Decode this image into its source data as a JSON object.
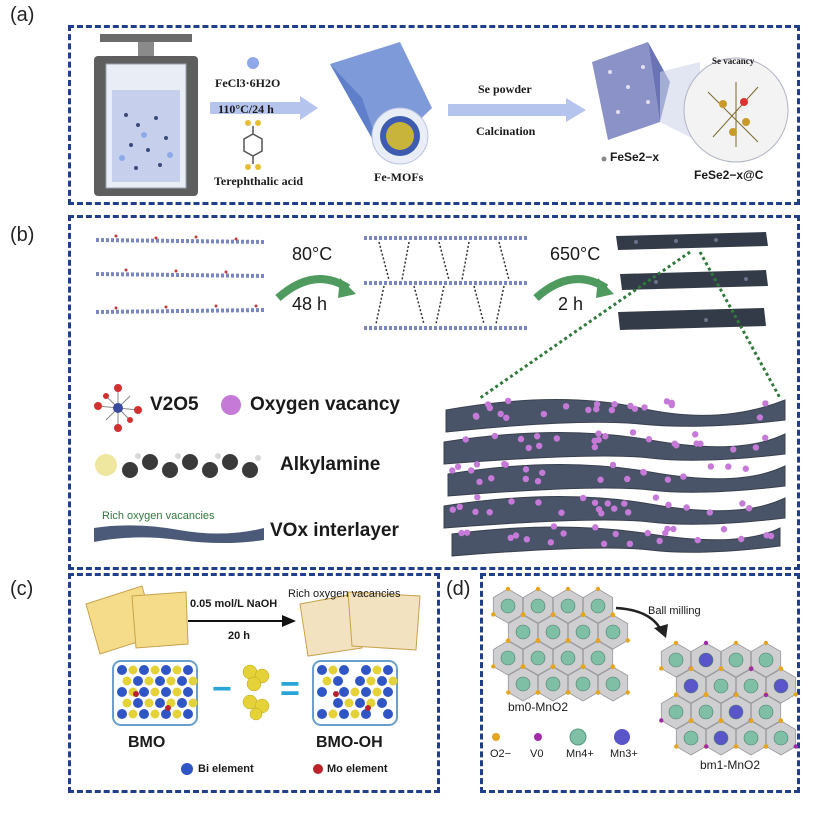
{
  "panel_labels": {
    "a": "(a)",
    "b": "(b)",
    "c": "(c)",
    "d": "(d)"
  },
  "panel_a": {
    "reagent": "FeCl3·6H2O",
    "condition": "110°C/24 h",
    "linker": "Terephthalic acid",
    "mof": "Fe-MOFs",
    "step1": "Se powder",
    "step2": "Calcination",
    "vacancy": "Se vacancy",
    "product_dot": "FeSe2−x",
    "product": "FeSe2−x@C"
  },
  "panel_b": {
    "temp1": "80°C",
    "time1": "48 h",
    "temp2": "650°C",
    "time2": "2 h",
    "legend_v2o5": "V2O5",
    "legend_vacancy": "Oxygen vacancy",
    "legend_alkylamine": "Alkylamine",
    "legend_rich": "Rich oxygen vacancies",
    "legend_interlayer": "VOx interlayer"
  },
  "panel_c": {
    "condition": "0.05 mol/L NaOH",
    "time": "20 h",
    "rich": "Rich oxygen vacancies",
    "left": "BMO",
    "right": "BMO-OH",
    "minus": "−",
    "equals": "=",
    "bi": "Bi element",
    "mo": "Mo element"
  },
  "panel_d": {
    "process": "Ball milling",
    "left": "bm0-MnO2",
    "right": "bm1-MnO2",
    "legend": [
      "O2−",
      "V0",
      "Mn4+",
      "Mn3+"
    ]
  },
  "colors": {
    "frame": "#1f3f8a",
    "arrow_blue": "#9fb4e6",
    "arrow_green": "#4f9a5e",
    "vacancy": "#c57ad8",
    "layer": "#4a5468",
    "bi": "#2f56c4",
    "mo": "#b8242a",
    "yellow": "#e4d238",
    "mn4": "#7fbfa6",
    "mn3": "#5a55c8",
    "o": "#e4a520"
  }
}
